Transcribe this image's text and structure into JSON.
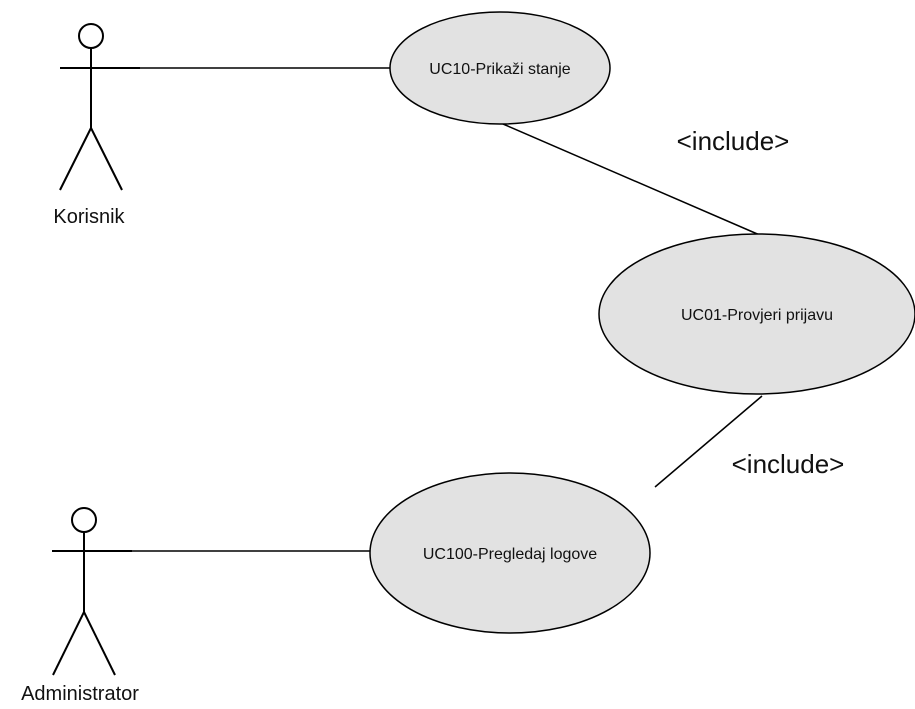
{
  "actors": [
    {
      "id": "korisnik",
      "label": "Korisnik"
    },
    {
      "id": "administrator",
      "label": "Administrator"
    }
  ],
  "use_cases": [
    {
      "id": "uc10",
      "label": "UC10-Prikaži stanje"
    },
    {
      "id": "uc01",
      "label": "UC01-Provjeri prijavu"
    },
    {
      "id": "uc100",
      "label": "UC100-Pregledaj logove"
    }
  ],
  "relations": [
    {
      "id": "include1",
      "label": "<include>"
    },
    {
      "id": "include2",
      "label": "<include>"
    }
  ]
}
